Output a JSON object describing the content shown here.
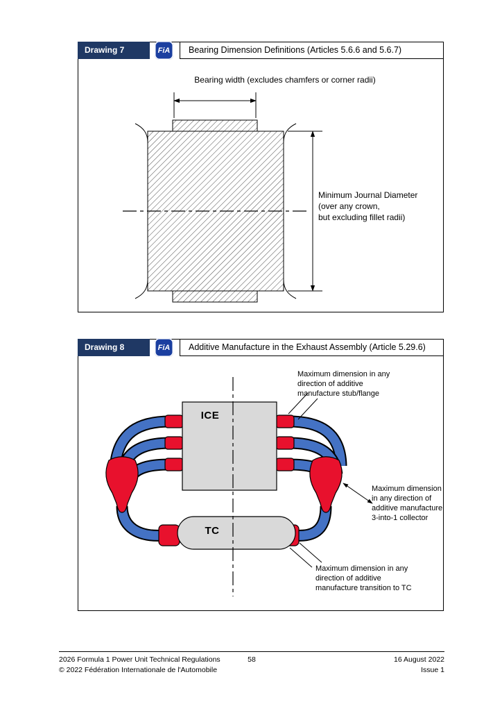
{
  "colors": {
    "header_navy": "#1F3864",
    "pipe_blue": "#4472C4",
    "additive_red": "#E8112D",
    "component_gray": "#D9D9D9",
    "fia_blue": "#1B3FA0"
  },
  "branding": {
    "logo_text": "FiA"
  },
  "drawing7": {
    "label": "Drawing 7",
    "title": "Bearing Dimension Definitions (Articles 5.6.6 and 5.6.7)",
    "bearing_width_note": "Bearing width (excludes chamfers or corner radii)",
    "journal_note": "Minimum Journal Diameter\n(over any crown,\nbut excluding fillet radii)"
  },
  "drawing8": {
    "label": "Drawing 8",
    "title": "Additive Manufacture in the Exhaust Assembly (Article 5.29.6)",
    "ice_label": "ICE",
    "tc_label": "TC",
    "stub_note": "Maximum dimension in any\ndirection of additive\nmanufacture stub/flange",
    "collector_note": "Maximum dimension\nin any direction of\nadditive manufacture\n3-into-1 collector",
    "transition_note": "Maximum dimension in any\ndirection of additive\nmanufacture transition to TC"
  },
  "footer": {
    "doc_title": "2026 Formula 1 Power Unit Technical Regulations",
    "copyright": "© 2022 Fédération Internationale de l'Automobile",
    "page_number": "58",
    "date": "16 August 2022",
    "issue": "Issue 1"
  }
}
